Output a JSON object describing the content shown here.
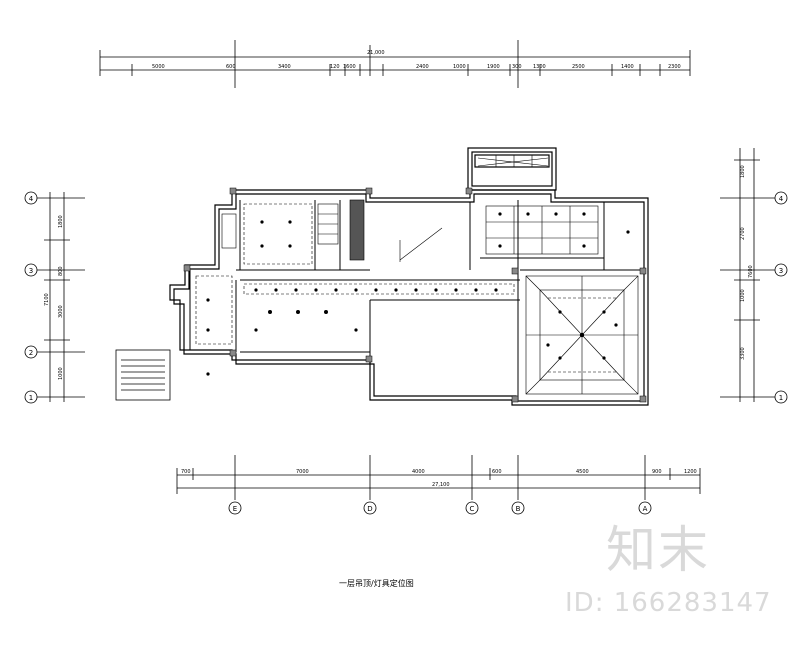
{
  "drawing_title": "一层吊顶/灯具定位图",
  "watermark": {
    "logo_text": "知末",
    "id_text": "ID: 166283147"
  },
  "top_dimensions": {
    "overall": "21,000",
    "segments": [
      "5000",
      "600",
      "3400",
      "120",
      "1600",
      "2400",
      "1000",
      "1900",
      "300",
      "1300",
      "2500",
      "1400",
      "2300"
    ]
  },
  "bottom_dimensions": {
    "overall": "27,100",
    "segments": [
      "700",
      "7000",
      "4000",
      "600",
      "4500",
      "900",
      "1200"
    ]
  },
  "left_dimensions": {
    "overall": "7100",
    "segments": [
      "1800",
      "800",
      "3000",
      "1000"
    ]
  },
  "right_dimensions": {
    "overall": "7600",
    "segments": [
      "1800",
      "2700",
      "1000",
      "3300"
    ]
  },
  "axes_letters": [
    "E",
    "D",
    "C",
    "B",
    "A"
  ],
  "axes_numbers": [
    "4",
    "3",
    "2",
    "1"
  ],
  "colors": {
    "line": "#000000",
    "watermark": "#d9d9d9",
    "background": "#ffffff"
  }
}
